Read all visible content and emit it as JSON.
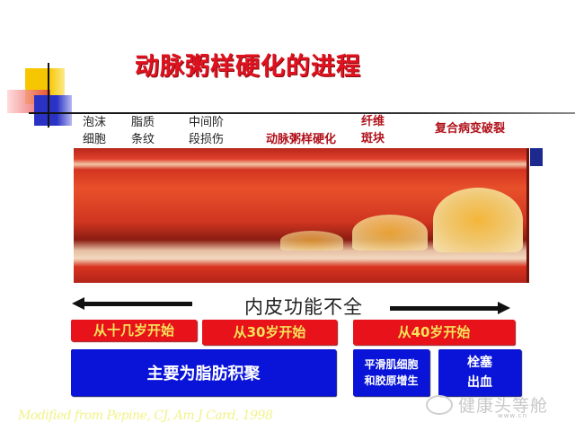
{
  "title": "动脉粥样硬化的进程",
  "stages": [
    {
      "line1": "泡沫",
      "line2": "细胞"
    },
    {
      "line1": "脂质",
      "line2": "条纹"
    },
    {
      "line1": "中间阶",
      "line2": "段损伤"
    },
    {
      "line1": "动脉粥样硬化",
      "line2": ""
    },
    {
      "line1": "纤维",
      "line2": "斑块"
    },
    {
      "line1": "复合病变破裂",
      "line2": ""
    }
  ],
  "endothelial": "内皮功能不全",
  "ages": [
    {
      "label": "从十几岁开始"
    },
    {
      "label": "从30岁开始"
    },
    {
      "label": "从40岁开始"
    }
  ],
  "descriptions": [
    {
      "line1": "主要为脂肪积聚",
      "line2": ""
    },
    {
      "line1": "平滑肌细胞",
      "line2": "和胶原增生"
    },
    {
      "line1": "栓塞",
      "line2": "出血"
    }
  ],
  "citation": "Modified from Pepine, CJ, Am J Card, 1998",
  "watermark": {
    "text": "健康头等舱",
    "sub": "www.cn"
  },
  "colors": {
    "title": "#e0121f",
    "age_bg": "#e8121a",
    "age_text": "#f7e35a",
    "desc_bg": "#0a14d8",
    "citation": "#f2f28a"
  }
}
